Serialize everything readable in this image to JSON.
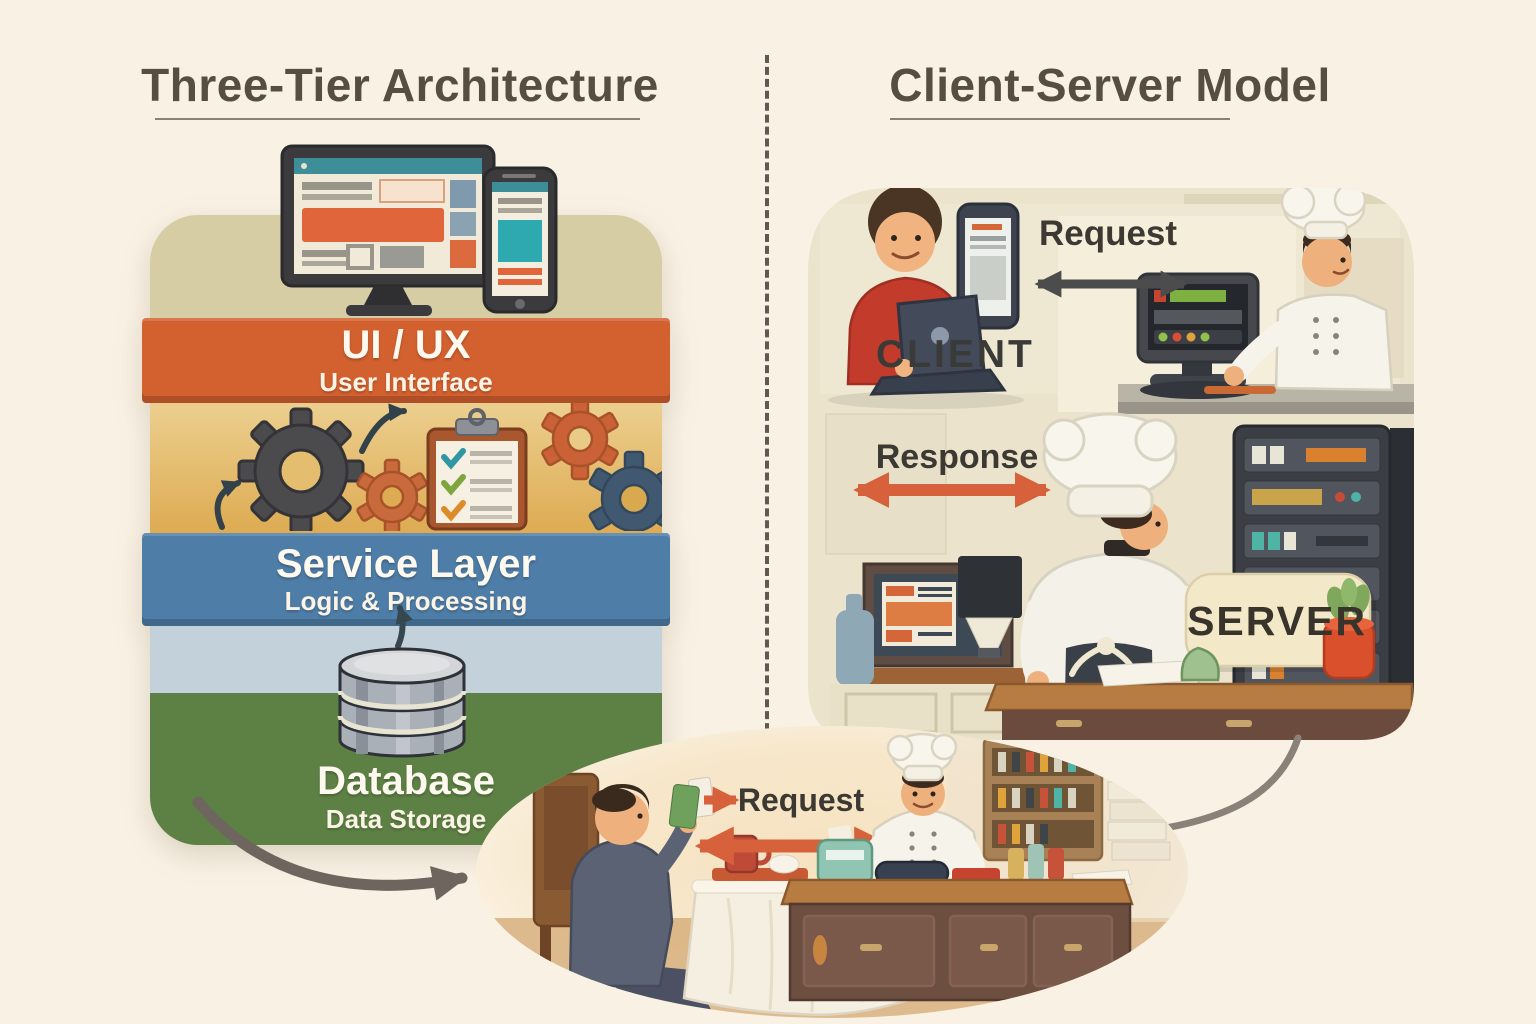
{
  "left": {
    "title": "Three-Tier Architecture",
    "tiers": [
      {
        "label": "UI / UX",
        "sublabel": "User Interface",
        "color": "#d3602f"
      },
      {
        "label": "Service Layer",
        "sublabel": "Logic & Processing",
        "color": "#4e7da7"
      },
      {
        "label": "Database",
        "sublabel": "Data Storage",
        "color": "#5d8044"
      }
    ],
    "icons": [
      "desktop-monitor-icon",
      "smartphone-icon",
      "gear-icon",
      "clipboard-checklist-icon",
      "database-cylinder-icon",
      "curved-arrow-icon",
      "up-arrow-icon"
    ]
  },
  "right": {
    "title": "Client-Server Model",
    "request_label": "Request",
    "client_label": "CLIENT",
    "response_label": "Response",
    "server_label": "SERVER",
    "icons": [
      "person-laptop-icon",
      "tablet-icon",
      "pos-terminal-icon",
      "chef-icon",
      "server-rack-icon",
      "double-arrow-icon",
      "pepper-plant-icon"
    ]
  },
  "bottom_scene": {
    "request_label": "Request",
    "icons": [
      "customer-at-table-icon",
      "money-icon",
      "chef-counter-icon",
      "cash-register-icon",
      "double-arrow-icon"
    ]
  },
  "colors": {
    "background": "#f9f1e4",
    "ui_tier": "#d3602f",
    "service_tier": "#4e7da7",
    "database_tier": "#5d8044",
    "request_arrow_dark": "#4c4c4c",
    "response_arrow_orange": "#d6613a",
    "title_text": "#564f41"
  }
}
